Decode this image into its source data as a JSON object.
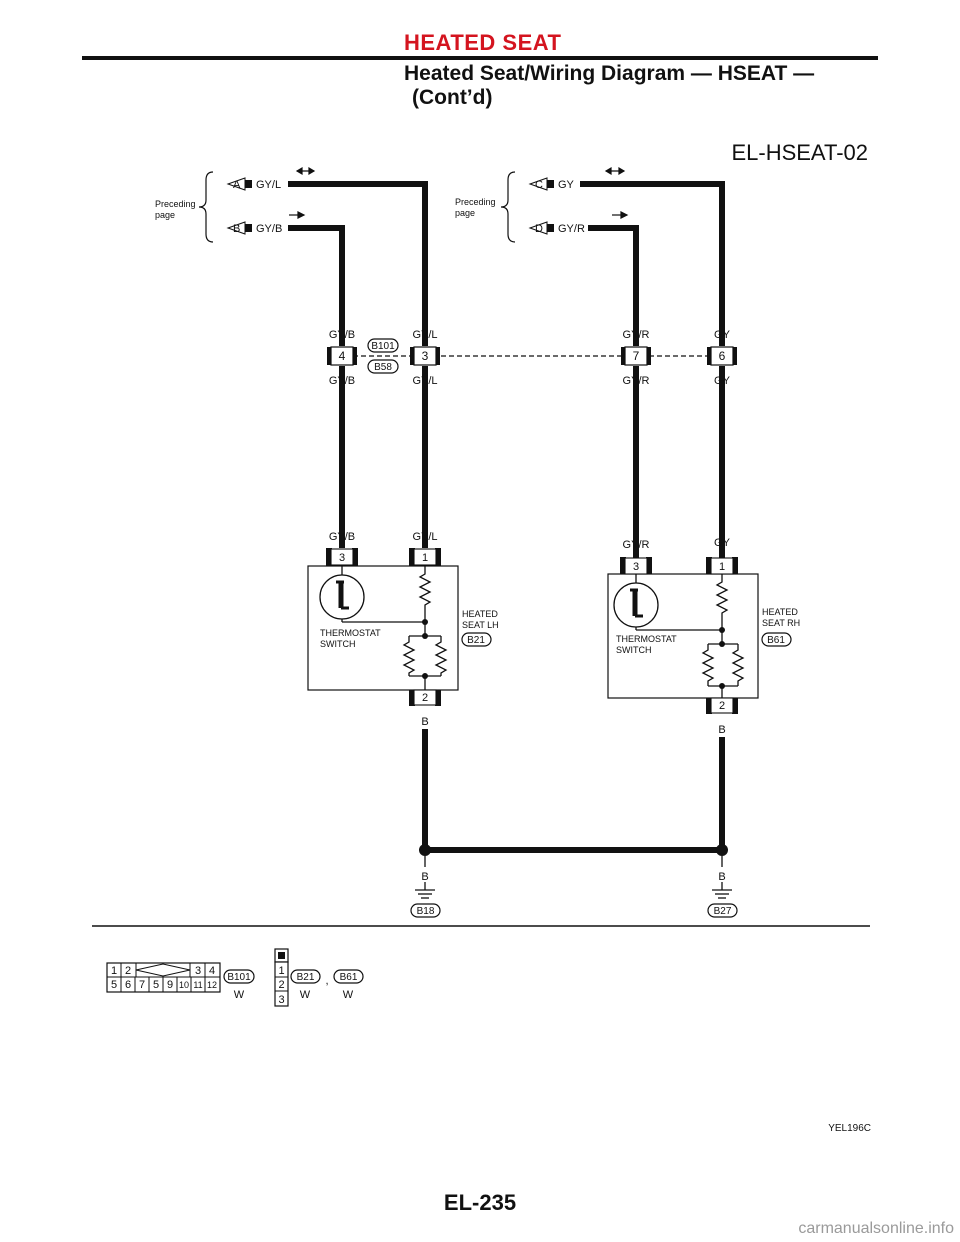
{
  "header": {
    "section": "HEATED SEAT",
    "title_line1": "Heated Seat/Wiring Diagram — HSEAT —",
    "title_line2": "(Cont’d)"
  },
  "diagram": {
    "id": "EL-HSEAT-02",
    "preceding_page": [
      "Preceding",
      "page"
    ],
    "left_refs": [
      {
        "letter": "A",
        "color": "GY/L"
      },
      {
        "letter": "B",
        "color": "GY/B"
      }
    ],
    "right_refs": [
      {
        "letter": "C",
        "color": "GY"
      },
      {
        "letter": "D",
        "color": "GY/R"
      }
    ],
    "joint": {
      "top_connector": "B101",
      "bottom_connector": "B58",
      "pins": [
        {
          "pin": "4",
          "wire": "GY/B"
        },
        {
          "pin": "3",
          "wire": "GY/L"
        },
        {
          "pin": "7",
          "wire": "GY/R"
        },
        {
          "pin": "6",
          "wire": "GY"
        }
      ]
    },
    "seat_lh": {
      "name_line1": "HEATED",
      "name_line2": "SEAT LH",
      "connector": "B21",
      "switch_line1": "THERMOSTAT",
      "switch_line2": "SWITCH",
      "pin_left": "3",
      "pin_right": "1",
      "pin_bottom": "2",
      "wire_left": "GY/B",
      "wire_right": "GY/L",
      "wire_bottom": "B"
    },
    "seat_rh": {
      "name_line1": "HEATED",
      "name_line2": "SEAT RH",
      "connector": "B61",
      "switch_line1": "THERMOSTAT",
      "switch_line2": "SWITCH",
      "pin_left": "3",
      "pin_right": "1",
      "pin_bottom": "2",
      "wire_left": "GY/R",
      "wire_right": "GY",
      "wire_bottom": "B"
    },
    "grounds": [
      {
        "wire": "B",
        "connector": "B18"
      },
      {
        "wire": "B",
        "connector": "B27"
      }
    ],
    "connector_views": {
      "b101_top": [
        "1",
        "2",
        "3",
        "4"
      ],
      "b101_bottom": [
        "5",
        "6",
        "7",
        "5",
        "9",
        "10",
        "11",
        "12"
      ],
      "b101_label": "B101",
      "b101_color": "W",
      "seat_pins": [
        "1",
        "2",
        "3"
      ],
      "seat_conn_1": "B21",
      "seat_conn_2": "B61",
      "separator": ",",
      "seat_color_1": "W",
      "seat_color_2": "W"
    },
    "figure_code": "YEL196C"
  },
  "footer": {
    "page": "EL-235",
    "watermark": "carmanualsonline.info"
  }
}
